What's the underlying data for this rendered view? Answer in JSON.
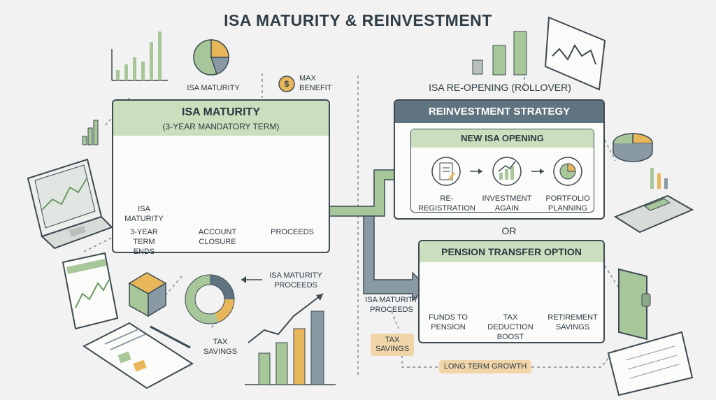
{
  "title": "ISA MATURITY & REINVESTMENT",
  "left": {
    "top_label": "ISA MATURITY",
    "max_benefit": "MAX BENEFIT",
    "box_title": "ISA MATURITY",
    "box_subtitle": "(3-YEAR MANDATORY TERM)",
    "step1": "ISA MATURITY",
    "step1b": "3-YEAR TERM ENDS",
    "step2": "ACCOUNT CLOSURE",
    "step3": "PROCEEDS",
    "proceeds_label": "ISA MATURITY PROCEEDS",
    "tax_savings": "TAX SAVINGS"
  },
  "right": {
    "reopen_label": "ISA RE-OPENING (ROLLOVER)",
    "strategy_title": "REINVESTMENT STRATEGY",
    "new_isa_title": "NEW ISA OPENING",
    "re_registration": "RE-REGISTRATION",
    "investment_again": "INVESTMENT AGAIN",
    "portfolio_planning": "PORTFOLIO PLANNING",
    "or": "OR",
    "pension_title": "PENSION TRANSFER OPTION",
    "funds_to_pension": "FUNDS TO PENSION",
    "tax_deduction_boost": "TAX DEDUCTION BOOST",
    "retirement_savings": "RETIREMENT SAVINGS",
    "isa_maturity_proceeds": "ISA MATURITY PROCEEDS",
    "tax_savings": "TAX SAVINGS",
    "long_term_growth": "LONG TERM GROWTH"
  },
  "colors": {
    "green": "#a7c79a",
    "dark": "#3e4a52",
    "gold": "#e7b75a",
    "slate": "#5f7380",
    "peach": "#f1d5a8"
  }
}
